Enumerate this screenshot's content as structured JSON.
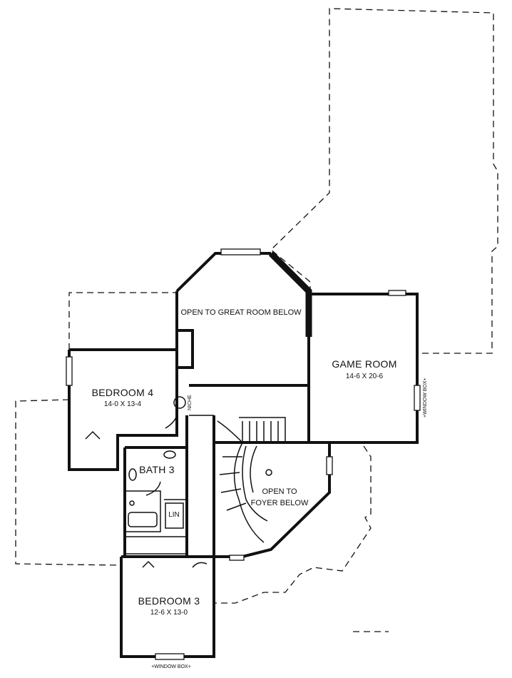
{
  "rooms": {
    "great_room_open": "OPEN TO GREAT ROOM BELOW",
    "game_room": {
      "name": "GAME ROOM",
      "dims": "14-6 X 20-6"
    },
    "bedroom4": {
      "name": "BEDROOM 4",
      "dims": "14-0 X 13-4"
    },
    "bath3": "BATH 3",
    "lin": "LIN",
    "foyer_open_line1": "OPEN TO",
    "foyer_open_line2": "FOYER BELOW",
    "bedroom3": {
      "name": "BEDROOM 3",
      "dims": "12-6 X 13-0"
    },
    "niche": "NICHE"
  },
  "annotations": {
    "window_box_right": "+WINDOW BOX+",
    "window_box_bottom": "+WINDOW BOX+"
  }
}
